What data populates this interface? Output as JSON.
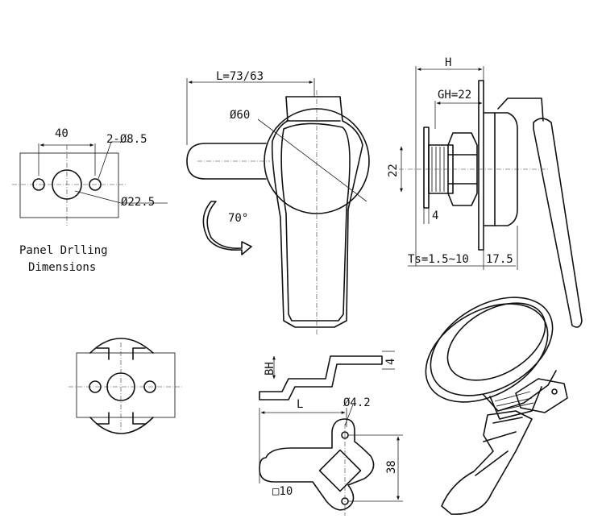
{
  "panel_drilling": {
    "width_dim": "40",
    "small_holes": "2-Ø8.5",
    "center_hole": "Ø22.5",
    "caption_line1": "Panel Drlling",
    "caption_line2": "Dimensions"
  },
  "front_view": {
    "length_dim": "L=73/63",
    "dial_dim": "Ø60",
    "rotation": "70°"
  },
  "side_view": {
    "height": "H",
    "gh": "GH=22",
    "thread": "22",
    "washer": "4",
    "ts": "Ts=1.5~10",
    "depth": "17.5"
  },
  "cam_view": {
    "bh": "BH",
    "thickness": "4",
    "length": "L",
    "hole": "Ø4.2",
    "height": "38",
    "square": "□10"
  }
}
